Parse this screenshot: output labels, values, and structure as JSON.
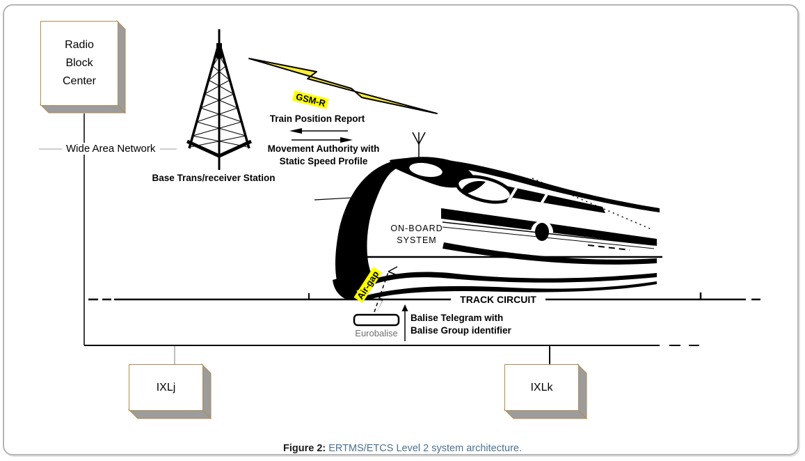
{
  "figure": {
    "caption": {
      "label": "Figure 2:",
      "text": " ERTMS/ETCS Level 2 system architecture."
    }
  },
  "nodes": {
    "radio_block_center": "Radio\nBlock\nCenter",
    "base_station": "Base Trans/receiver Station",
    "on_board_system": "ON-BOARD\nSYSTEM",
    "eurobalise": "Eurobalise",
    "ixl_left": "IXLj",
    "ixl_right": "IXLk"
  },
  "links": {
    "wide_area_network": "Wide Area Network",
    "gsm_r": "GSM-R",
    "train_position_report": "Train Position Report",
    "movement_authority": "Movement Authority with\nStatic Speed Profile",
    "air_gap": "Air-gap",
    "track_circuit": "TRACK CIRCUIT",
    "balise_telegram": "Balise Telegram with\nBalise Group identifier"
  },
  "colors": {
    "highlight_yellow": "#ffff00",
    "bolt_yellow": "#ffee33",
    "box_border_tan": "#b08a4f",
    "box_shadow_gray": "#9c9c9c",
    "frame_gray": "#b5b5b5",
    "dash_gray": "#bbbbbb",
    "caption_blue": "#4a7093",
    "ink_black": "#000000"
  }
}
